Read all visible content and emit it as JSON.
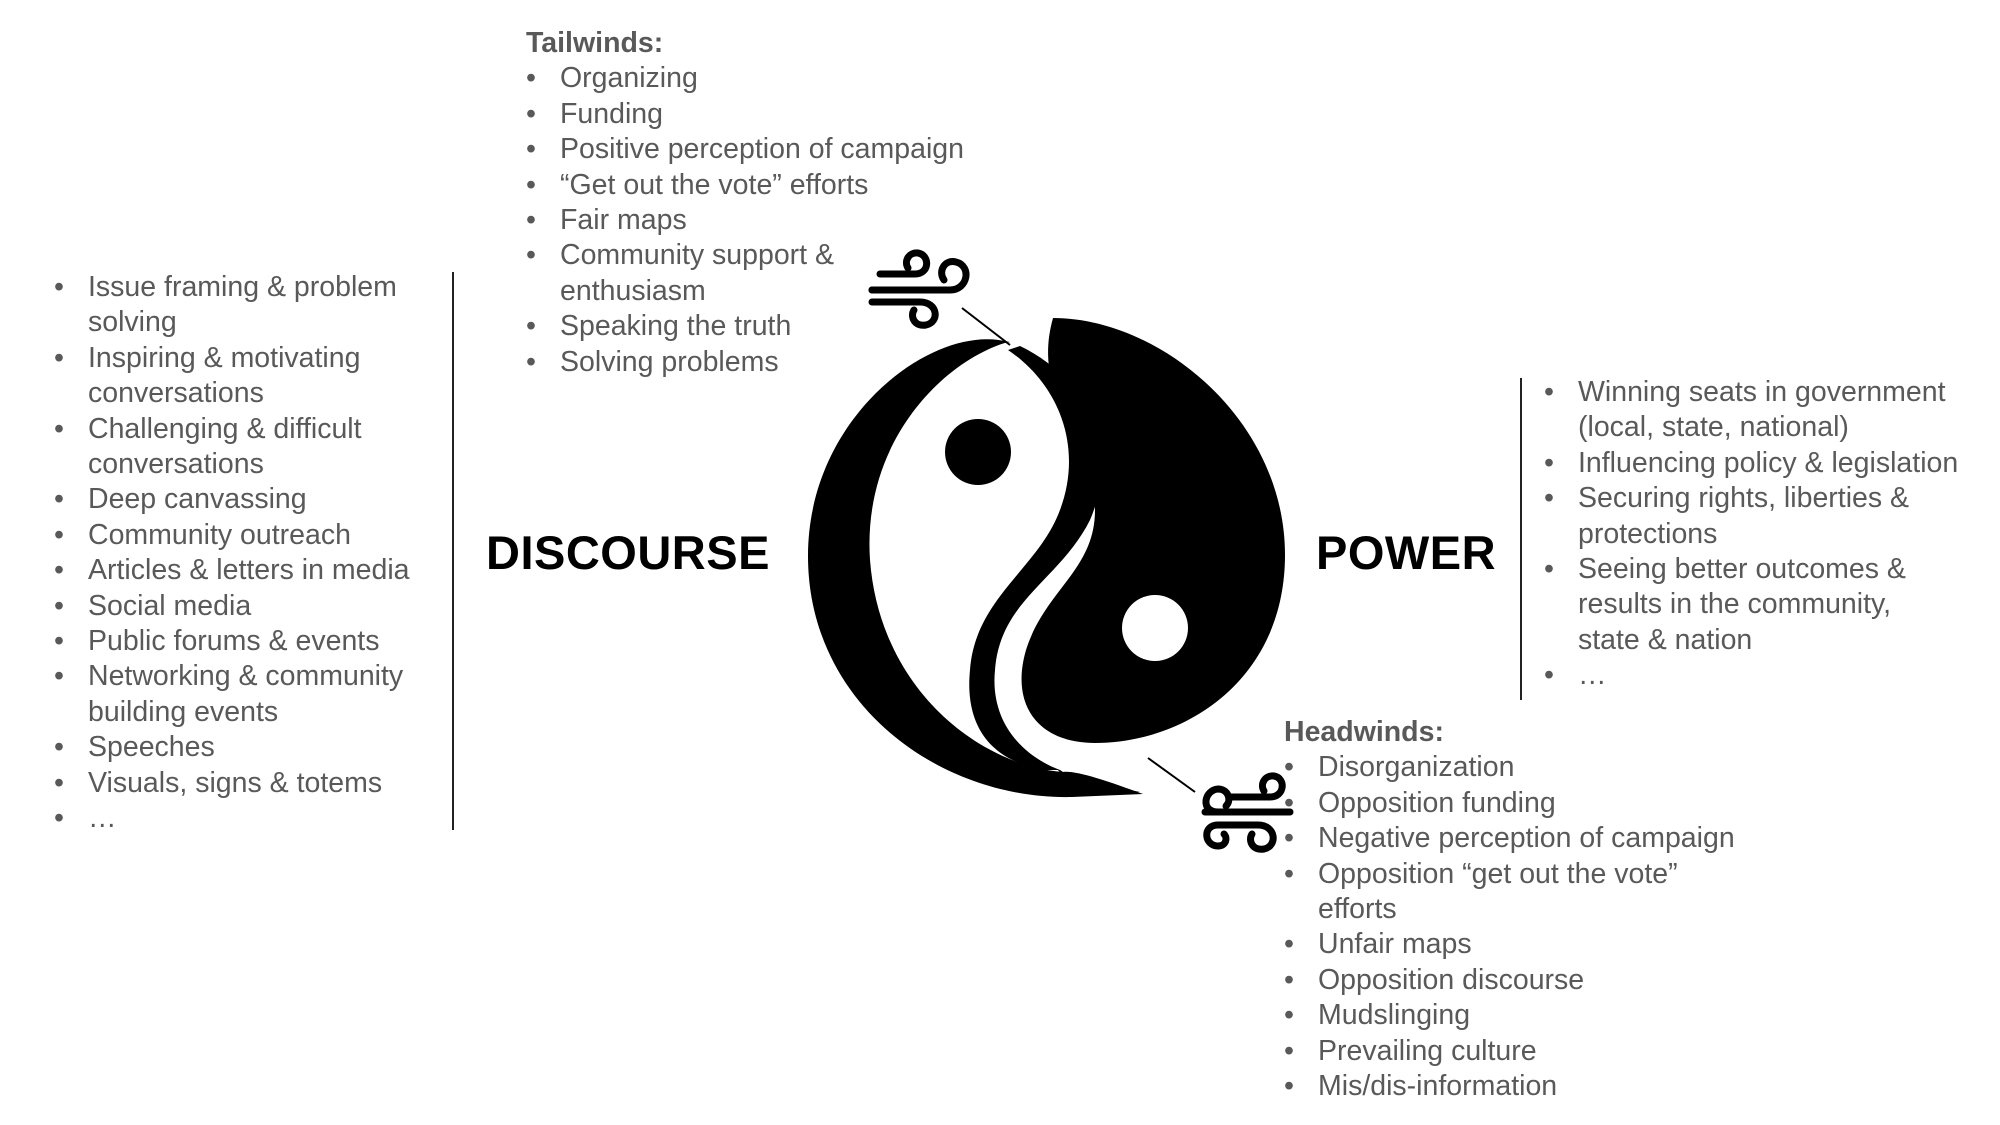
{
  "discourse": {
    "label": "DISCOURSE",
    "items": [
      "Issue framing & problem solving",
      "Inspiring & motivating conversations",
      "Challenging & difficult conversations",
      "Deep canvassing",
      "Community outreach",
      "Articles & letters in media",
      "Social media",
      "Public forums & events",
      "Networking & community building events",
      "Speeches",
      "Visuals, signs & totems",
      "…"
    ]
  },
  "power": {
    "label": "POWER",
    "items": [
      "Winning seats in government (local, state, national)",
      "Influencing policy & legislation",
      "Securing rights, liberties & protections",
      "Seeing better outcomes & results in the community, state & nation",
      "…"
    ]
  },
  "tailwinds": {
    "heading": "Tailwinds:",
    "items": [
      "Organizing",
      "Funding",
      "Positive perception of campaign",
      "“Get out the vote” efforts",
      "Fair maps",
      "Community support & enthusiasm",
      "Speaking the truth",
      "Solving problems"
    ]
  },
  "headwinds": {
    "heading": "Headwinds:",
    "items": [
      "Disorganization",
      "Opposition funding",
      "Negative perception of campaign",
      "Opposition “get out the vote” efforts",
      "Unfair maps",
      "Opposition discourse",
      "Mudslinging",
      "Prevailing culture",
      "Mis/dis-information"
    ]
  },
  "icons": {
    "center": "yin-yang-icon",
    "tailwind": "wind-icon",
    "headwind": "wind-icon"
  },
  "colors": {
    "text": "#595959",
    "label": "#000000",
    "symbol": "#000000"
  }
}
